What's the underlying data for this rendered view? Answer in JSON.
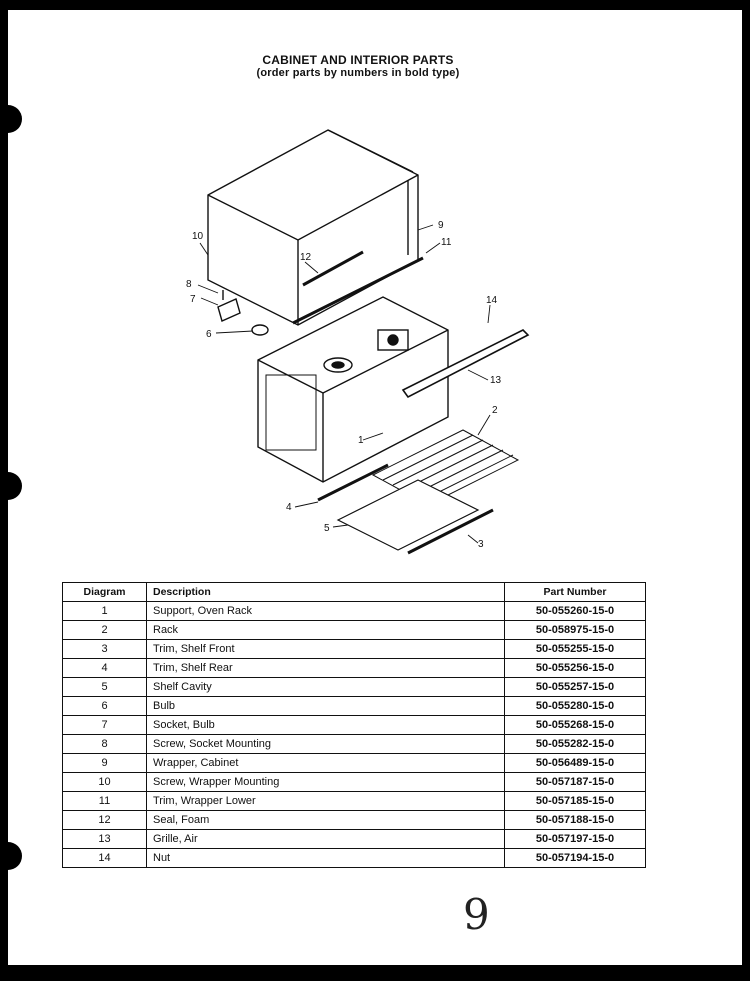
{
  "header": {
    "title": "CABINET AND INTERIOR PARTS",
    "subtitle": "(order parts by numbers in bold type)"
  },
  "callouts": [
    "1",
    "2",
    "3",
    "4",
    "5",
    "6",
    "7",
    "8",
    "9",
    "10",
    "11",
    "12",
    "13",
    "14"
  ],
  "table": {
    "columns": [
      "Diagram",
      "Description",
      "Part Number"
    ],
    "rows": [
      {
        "diagram": "1",
        "description": "Support, Oven Rack",
        "part_number": "50-055260-15-0"
      },
      {
        "diagram": "2",
        "description": "Rack",
        "part_number": "50-058975-15-0"
      },
      {
        "diagram": "3",
        "description": "Trim, Shelf Front",
        "part_number": "50-055255-15-0"
      },
      {
        "diagram": "4",
        "description": "Trim, Shelf Rear",
        "part_number": "50-055256-15-0"
      },
      {
        "diagram": "5",
        "description": "Shelf Cavity",
        "part_number": "50-055257-15-0"
      },
      {
        "diagram": "6",
        "description": "Bulb",
        "part_number": "50-055280-15-0"
      },
      {
        "diagram": "7",
        "description": "Socket, Bulb",
        "part_number": "50-055268-15-0"
      },
      {
        "diagram": "8",
        "description": "Screw, Socket Mounting",
        "part_number": "50-055282-15-0"
      },
      {
        "diagram": "9",
        "description": "Wrapper, Cabinet",
        "part_number": "50-056489-15-0"
      },
      {
        "diagram": "10",
        "description": "Screw, Wrapper Mounting",
        "part_number": "50-057187-15-0"
      },
      {
        "diagram": "11",
        "description": "Trim, Wrapper Lower",
        "part_number": "50-057185-15-0"
      },
      {
        "diagram": "12",
        "description": "Seal, Foam",
        "part_number": "50-057188-15-0"
      },
      {
        "diagram": "13",
        "description": "Grille, Air",
        "part_number": "50-057197-15-0"
      },
      {
        "diagram": "14",
        "description": "Nut",
        "part_number": "50-057194-15-0"
      }
    ]
  },
  "handwritten_page": "9"
}
